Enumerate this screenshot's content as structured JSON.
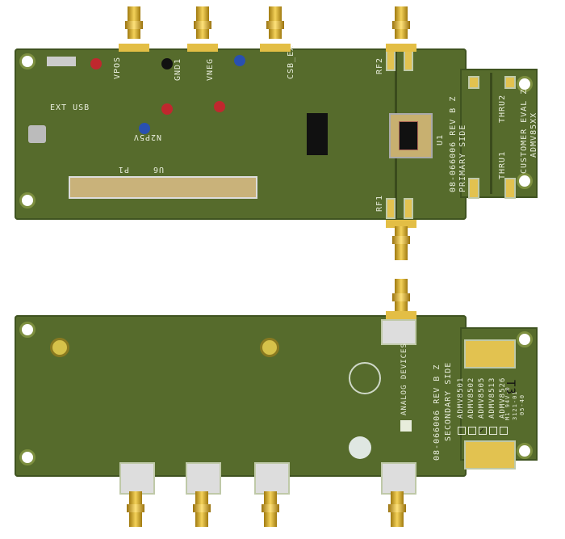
{
  "primary_side": {
    "board_id": "08-066006 REV B Z",
    "side": "PRIMARY SIDE",
    "eval_title": "CUSTOMER EVAL Z",
    "eval_part": "ADMV85XX",
    "labels": [
      "RF1",
      "RF2",
      "THRU1",
      "THRU2",
      "U1",
      "U6",
      "P1",
      "CSB_EX",
      "VPOS",
      "VNEG",
      "GND1",
      "N2P5V",
      "EXT USB"
    ]
  },
  "secondary_side": {
    "board_id": "08-066006 REV B Z",
    "side": "SECONDARY SIDE",
    "brand": "ANALOG DEVICES",
    "variants": [
      {
        "label": "ADMV8501",
        "checked": false
      },
      {
        "label": "ADMV8502",
        "checked": false
      },
      {
        "label": "ADMV8505",
        "checked": true
      },
      {
        "label": "ADMV8513",
        "checked": false
      },
      {
        "label": "ADMV8526",
        "checked": false
      }
    ],
    "marking": [
      "T3"
    ],
    "date_code": [
      "M1 94V-0",
      "3121-01",
      "05-40"
    ]
  },
  "colors": {
    "pcb": "#566b2c",
    "gold": "#e2c250",
    "silkscreen": "#e8eddc"
  }
}
